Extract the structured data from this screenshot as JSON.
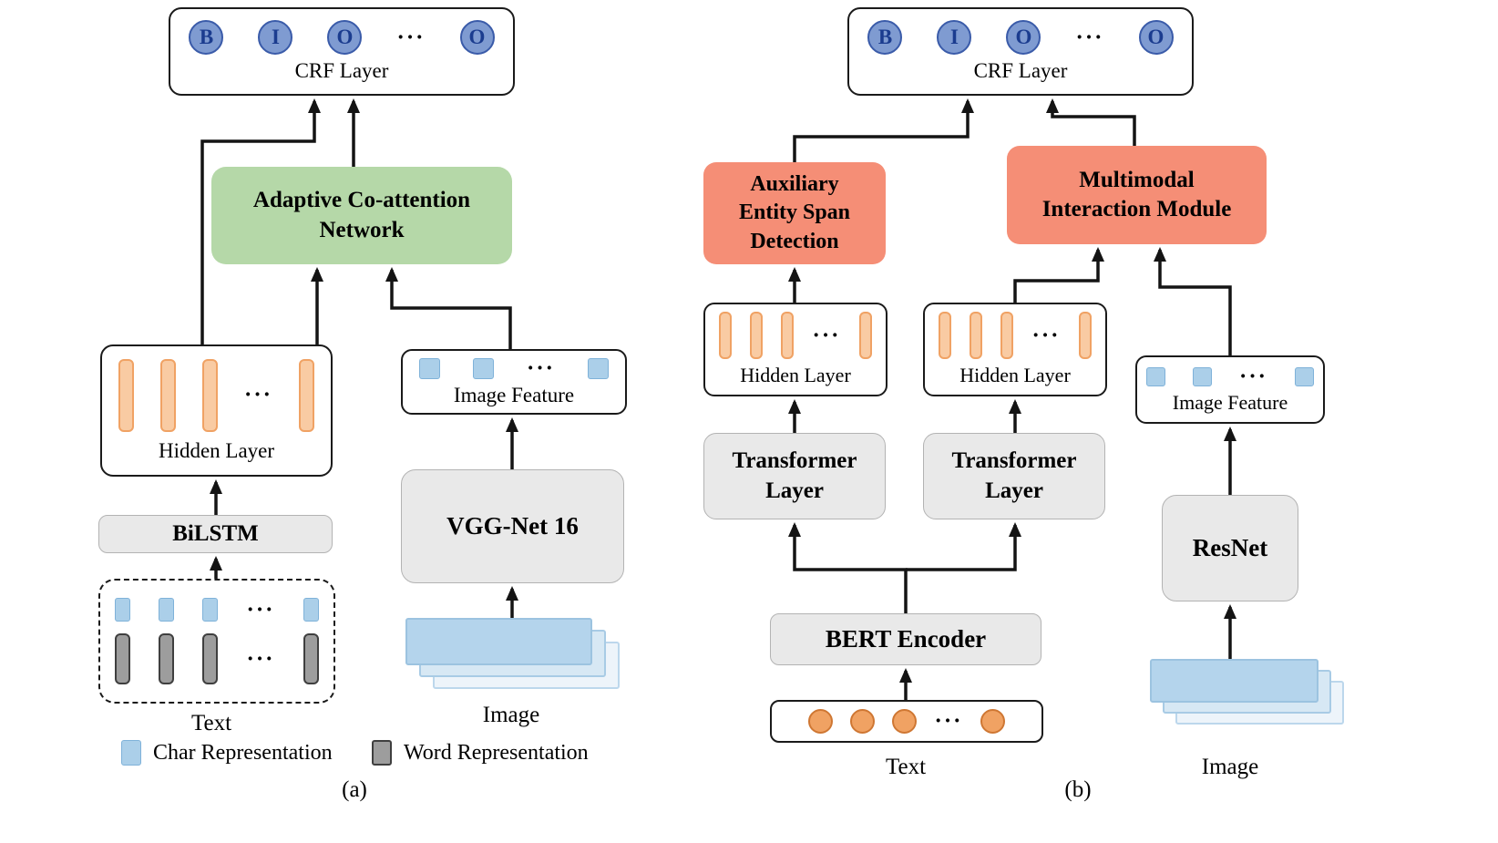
{
  "ellipsis": "···",
  "colors": {
    "tag-circle-fill": "#7f9bd1",
    "tag-circle-border": "#3a5ba9",
    "tag-circle-text": "#1b3c8f",
    "green-module": "#b5d8a8",
    "salmon-module": "#f58e76",
    "gray-module": "#e9e9e9",
    "orange-bar": "#f9cba3",
    "orange-bar-border": "#f0a264",
    "blue-square": "#abcfe9",
    "gray-bar": "#9d9d9d",
    "orange-token": "#f0a263",
    "image-sheet": "#b4d4ec",
    "wire": "#141414"
  },
  "panel_a": {
    "crf": {
      "label": "CRF Layer",
      "tags": [
        "B",
        "I",
        "O",
        "O"
      ]
    },
    "coattention": {
      "lines": [
        "Adaptive Co-attention",
        "Network"
      ]
    },
    "hidden_layer": {
      "label": "Hidden Layer"
    },
    "bilstm": {
      "label": "BiLSTM"
    },
    "image_feature": {
      "label": "Image Feature"
    },
    "vggnet": {
      "label": "VGG-Net 16"
    },
    "text_label": "Text",
    "image_label": "Image",
    "legend": [
      {
        "label": "Char Representation"
      },
      {
        "label": "Word Representation"
      }
    ],
    "caption": "(a)"
  },
  "panel_b": {
    "crf": {
      "label": "CRF Layer",
      "tags": [
        "B",
        "I",
        "O",
        "O"
      ]
    },
    "aux_span_detection": {
      "lines": [
        "Auxiliary",
        "Entity Span",
        "Detection"
      ]
    },
    "multimodal_interaction": {
      "lines": [
        "Multimodal",
        "Interaction Module"
      ]
    },
    "hidden_layer_text": {
      "label": "Hidden Layer"
    },
    "hidden_layer_fused": {
      "label": "Hidden Layer"
    },
    "transformer_left": {
      "lines": [
        "Transformer",
        "Layer"
      ]
    },
    "transformer_right": {
      "lines": [
        "Transformer",
        "Layer"
      ]
    },
    "image_feature": {
      "label": "Image Feature"
    },
    "resnet": {
      "label": "ResNet"
    },
    "bert": {
      "label": "BERT Encoder"
    },
    "text_label": "Text",
    "image_label": "Image",
    "caption": "(b)"
  }
}
